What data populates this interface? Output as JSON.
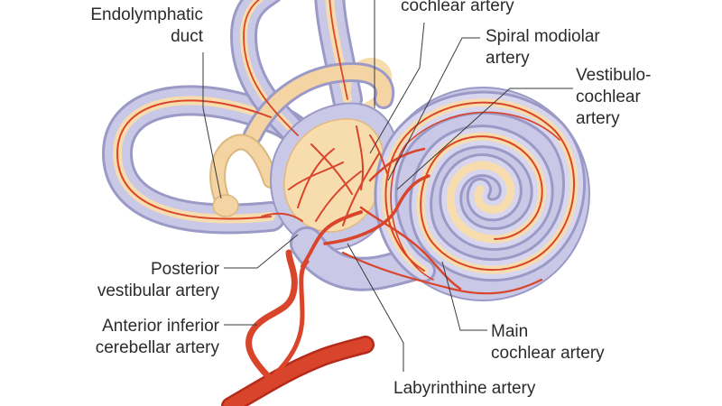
{
  "labels": {
    "endolymphatic_duct": [
      "Endolymphatic",
      "duct"
    ],
    "anterior_vestibular_artery": [
      "cochlear artery"
    ],
    "spiral_modiolar_artery": [
      "Spiral modiolar",
      "artery"
    ],
    "vestibulocochlear_artery": [
      "Vestibulo-",
      "cochlear",
      "artery"
    ],
    "posterior_vestibular_artery": [
      "Posterior",
      "vestibular artery"
    ],
    "anterior_inferior_cerebellar_artery": [
      "Anterior inferior",
      "cerebellar artery"
    ],
    "main_cochlear_artery": [
      "Main",
      "cochlear artery"
    ],
    "labyrinthine_artery": [
      "Labyrinthine artery"
    ]
  },
  "colors": {
    "membrane": "#c9c8e6",
    "membrane_edge": "#9b99c6",
    "inner": "#f7dcae",
    "vessel": "#d9452b",
    "vessel_dark": "#b52a1a",
    "leader": "#3a3a3a"
  }
}
